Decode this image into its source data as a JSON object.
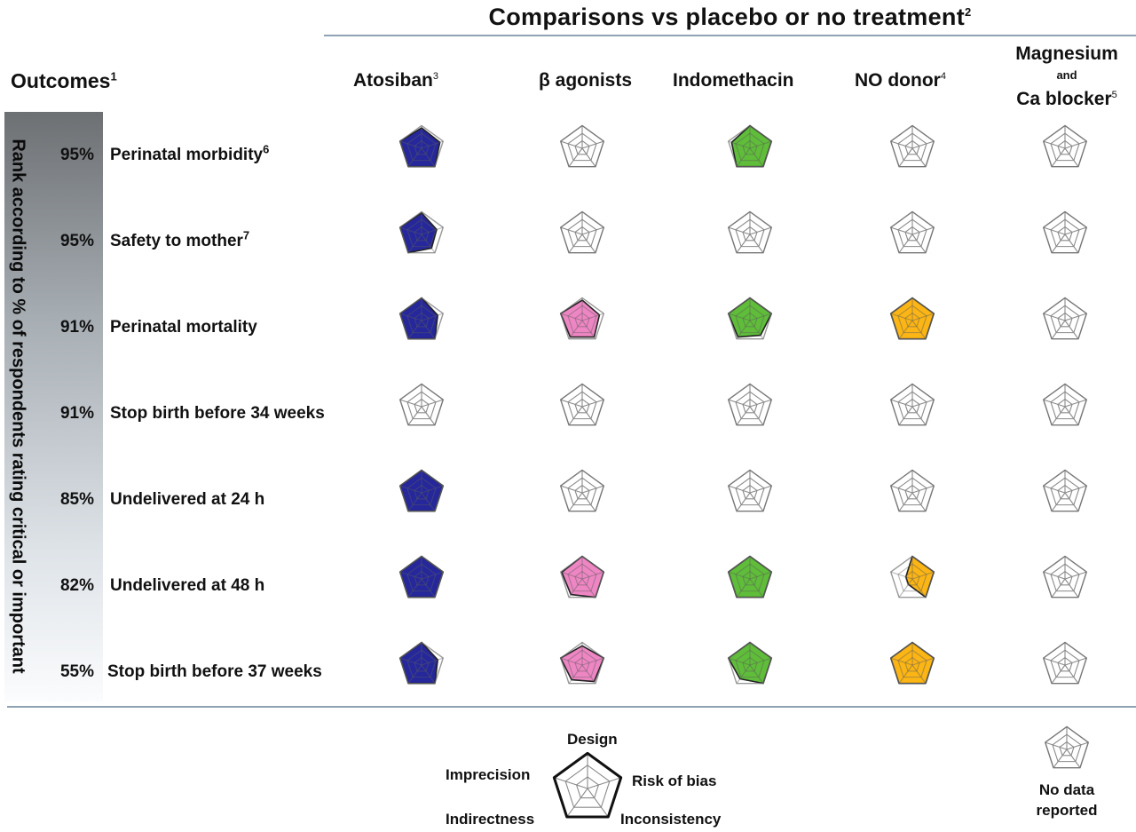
{
  "title": "Comparisons vs placebo or no treatment",
  "title_sup": "2",
  "outcomes_header": "Outcomes",
  "outcomes_sup": "1",
  "side_label": "Rank according to % of respondents rating critical or important",
  "columns": [
    {
      "label": "Atosiban",
      "sup": "3"
    },
    {
      "label": "β agonists",
      "sup": ""
    },
    {
      "label": "Indomethacin",
      "sup": ""
    },
    {
      "label": "NO donor",
      "sup": "4"
    },
    {
      "line1": "Magnesium",
      "line2": "and",
      "line3": "Ca blocker",
      "sup": "5"
    }
  ],
  "column_colors": [
    "#25279b",
    "#ee86c4",
    "#5fbd3a",
    "#fbb515",
    "#ffffff"
  ],
  "domains": [
    "Design",
    "Risk of bias",
    "Inconsistency",
    "Indirectness",
    "Imprecision"
  ],
  "rows": [
    {
      "pct": "95%",
      "label": "Perinatal morbidity",
      "sup": "6",
      "cells": [
        [
          0.9,
          0.85,
          1,
          1,
          1
        ],
        null,
        [
          1,
          1,
          1,
          1,
          0.85
        ],
        null,
        null
      ]
    },
    {
      "pct": "95%",
      "label": "Safety to mother",
      "sup": "7",
      "cells": [
        [
          0.95,
          0.7,
          0.75,
          1,
          1
        ],
        null,
        null,
        null,
        null
      ]
    },
    {
      "pct": "91%",
      "label": "Perinatal mortality",
      "sup": "",
      "cells": [
        [
          1,
          0.75,
          1,
          1,
          1
        ],
        [
          0.9,
          0.8,
          0.9,
          0.9,
          1
        ],
        [
          1,
          1,
          0.8,
          0.9,
          1
        ],
        [
          1,
          1,
          1,
          1,
          1
        ],
        null
      ]
    },
    {
      "pct": "91%",
      "label": "Stop birth before 34 weeks",
      "sup": "",
      "cells": [
        null,
        null,
        null,
        null,
        null
      ]
    },
    {
      "pct": "85%",
      "label": "Undelivered at 24 h",
      "sup": "",
      "cells": [
        [
          1,
          1,
          1,
          1,
          1
        ],
        null,
        null,
        null,
        null
      ]
    },
    {
      "pct": "82%",
      "label": "Undelivered at 48 h",
      "sup": "",
      "cells": [
        [
          1,
          1,
          1,
          1,
          1
        ],
        [
          1,
          1,
          1,
          0.85,
          0.95
        ],
        [
          1,
          1,
          1,
          1,
          1
        ],
        [
          1,
          1,
          1,
          0.3,
          0.3
        ],
        null
      ]
    },
    {
      "pct": "55%",
      "label": "Stop birth before 37 weeks",
      "sup": "",
      "cells": [
        [
          1,
          0.75,
          1,
          1,
          1
        ],
        [
          0.85,
          1,
          0.9,
          0.8,
          1
        ],
        [
          1,
          1,
          1,
          0.75,
          1
        ],
        [
          1,
          1,
          1,
          1,
          1
        ],
        null
      ]
    }
  ],
  "legend": {
    "design": "Design",
    "risk_of_bias": "Risk of bias",
    "inconsistency": "Inconsistency",
    "indirectness": "Indirectness",
    "imprecision": "Imprecision"
  },
  "no_data": {
    "line1": "No data",
    "line2": "reported"
  }
}
